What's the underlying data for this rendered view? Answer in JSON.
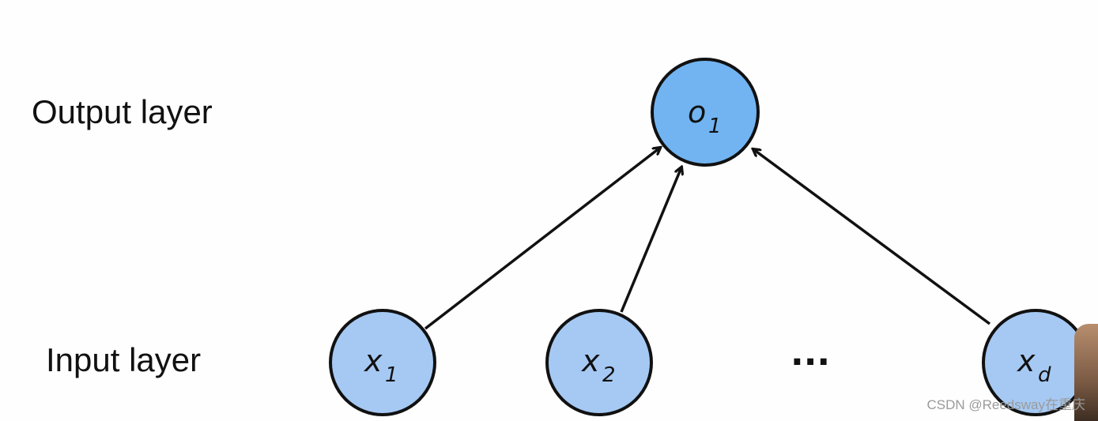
{
  "layers": {
    "output_label": "Output layer",
    "input_label": "Input layer"
  },
  "nodes": {
    "output": {
      "main": "o",
      "sub": "1"
    },
    "inputs": [
      {
        "main": "x",
        "sub": "1"
      },
      {
        "main": "x",
        "sub": "2"
      },
      {
        "main": "x",
        "sub": "d"
      }
    ],
    "ellipsis": "..."
  },
  "colors": {
    "output_fill": "#72b4f1",
    "input_fill": "#a5c9f3",
    "stroke": "#111111"
  },
  "watermark": "CSDN @Reedsway在重庆"
}
